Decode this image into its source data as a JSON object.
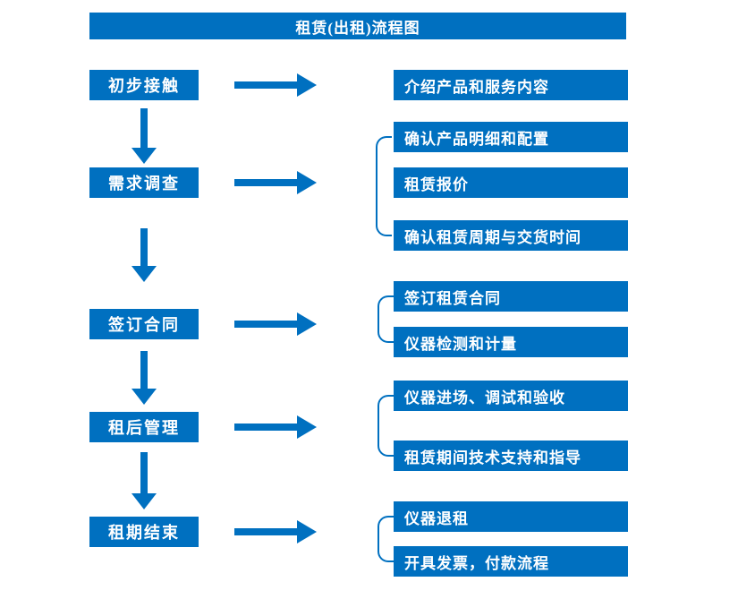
{
  "title": "租赁(出租)流程图",
  "colors": {
    "accent": "#0070C0",
    "box_text": "#FFFFFF",
    "background": "#FFFFFF"
  },
  "steps": [
    {
      "label": "初步接触",
      "outputs": [
        "介绍产品和服务内容"
      ]
    },
    {
      "label": "需求调查",
      "outputs": [
        "确认产品明细和配置",
        "租赁报价",
        "确认租赁周期与交货时间"
      ]
    },
    {
      "label": "签订合同",
      "outputs": [
        "签订租赁合同",
        "仪器检测和计量"
      ]
    },
    {
      "label": "租后管理",
      "outputs": [
        "仪器进场、调试和验收",
        "租赁期间技术支持和指导"
      ]
    },
    {
      "label": "租期结束",
      "outputs": [
        "仪器退租",
        "开具发票，付款流程"
      ]
    }
  ]
}
